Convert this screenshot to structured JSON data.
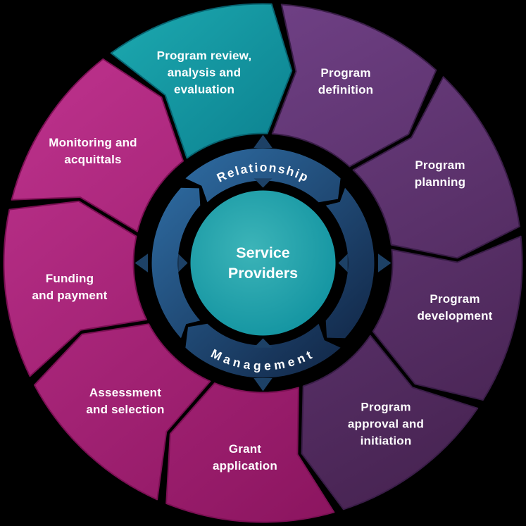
{
  "diagram": {
    "center_label": "Service\nProviders",
    "ring": {
      "top": "Relationship",
      "bottom": "Management"
    },
    "segments": [
      {
        "id": "program-definition",
        "label": "Program\ndefinition",
        "color_group": "purple"
      },
      {
        "id": "program-planning",
        "label": "Program\nplanning",
        "color_group": "purple"
      },
      {
        "id": "program-development",
        "label": "Program\ndevelopment",
        "color_group": "purple"
      },
      {
        "id": "program-approval-and-initiation",
        "label": "Program\napproval and\ninitiation",
        "color_group": "purple"
      },
      {
        "id": "grant-application",
        "label": "Grant\napplication",
        "color_group": "magenta"
      },
      {
        "id": "assessment-and-selection",
        "label": "Assessment\nand selection",
        "color_group": "magenta"
      },
      {
        "id": "funding-and-payment",
        "label": "Funding\nand payment",
        "color_group": "magenta"
      },
      {
        "id": "monitoring-and-acquittals",
        "label": "Monitoring and\nacquittals",
        "color_group": "magenta"
      },
      {
        "id": "program-review-analysis-and-evaluation",
        "label": "Program review,\nanalysis and\nevaluation",
        "color_group": "teal"
      }
    ],
    "colors": {
      "purple": "#5e3572",
      "magenta": "#a6217c",
      "teal": "#0d8d9b",
      "navy_ring": "#1c3f67",
      "background": "#000000",
      "text": "#ffffff"
    }
  }
}
